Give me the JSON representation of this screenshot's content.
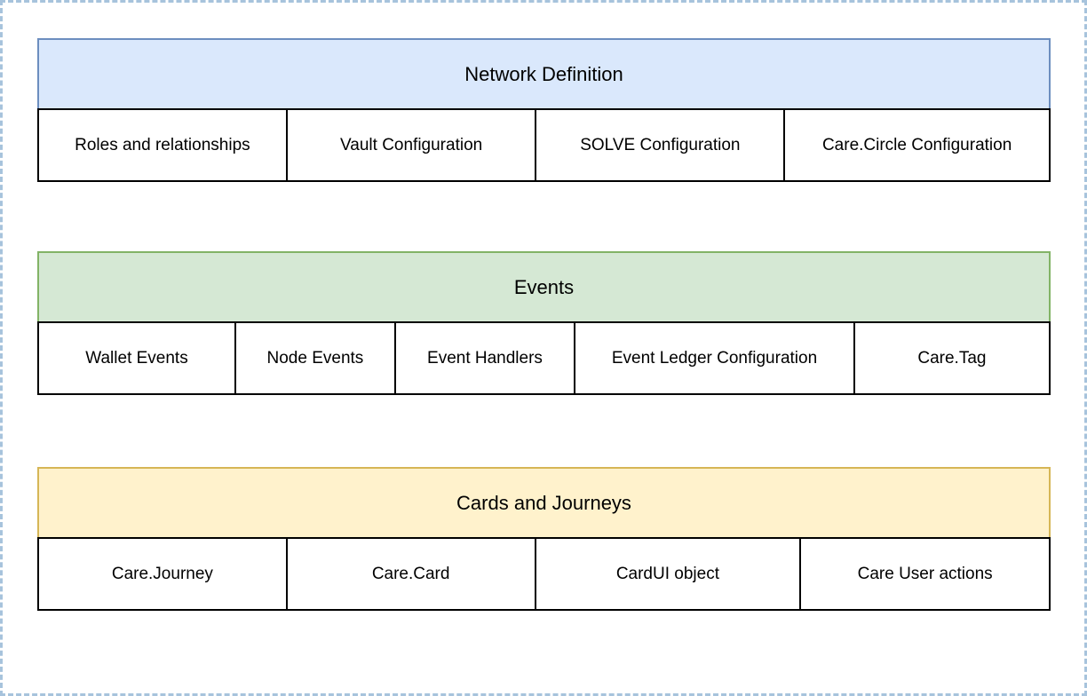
{
  "canvas": {
    "border_color": "#a7c3dc",
    "background_color": "#ffffff",
    "cell_border_color": "#000000",
    "text_color": "#000000"
  },
  "sections": [
    {
      "title": "Network Definition",
      "fill": "#dae8fc",
      "border": "#6c8ebf",
      "cells": [
        "Roles and relationships",
        "Vault Configuration",
        "SOLVE Configuration",
        "Care.Circle Configuration"
      ]
    },
    {
      "title": "Events",
      "fill": "#d5e8d4",
      "border": "#82b366",
      "cells": [
        "Wallet Events",
        "Node Events",
        "Event Handlers",
        "Event Ledger Configuration",
        "Care.Tag"
      ]
    },
    {
      "title": "Cards and Journeys",
      "fill": "#fff2cc",
      "border": "#d6b656",
      "cells": [
        "Care.Journey",
        "Care.Card",
        "CardUI object",
        "Care User actions"
      ]
    }
  ]
}
